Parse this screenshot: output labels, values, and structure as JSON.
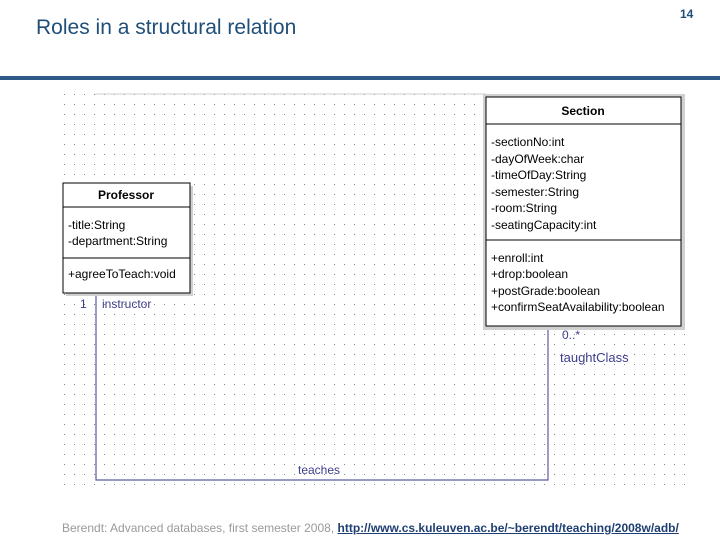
{
  "slide": {
    "title": "Roles in a structural relation",
    "page_number": "14"
  },
  "footer": {
    "text": "Berendt: Advanced databases, first semester 2008, ",
    "link": "http://www.cs.kuleuven.ac.be/~berendt/teaching/2008w/adb/"
  },
  "colors": {
    "accent": "#2e5a87",
    "association_line": "#5a5aa0",
    "label_text": "#3c3c8c"
  },
  "professor": {
    "name": "Professor",
    "attributes": [
      "-title:String",
      "-department:String"
    ],
    "operations": [
      "+agreeToTeach:void"
    ]
  },
  "section": {
    "name": "Section",
    "attributes": [
      "-sectionNo:int",
      "-dayOfWeek:char",
      "-timeOfDay:String",
      "-semester:String",
      "-room:String",
      "-seatingCapacity:int"
    ],
    "operations": [
      "+enroll:int",
      "+drop:boolean",
      "+postGrade:boolean",
      "+confirmSeatAvailability:boolean"
    ]
  },
  "association": {
    "name": "teaches",
    "professor_end": {
      "multiplicity": "1",
      "role": "instructor"
    },
    "section_end": {
      "multiplicity": "0..*",
      "role": "taughtClass"
    }
  }
}
